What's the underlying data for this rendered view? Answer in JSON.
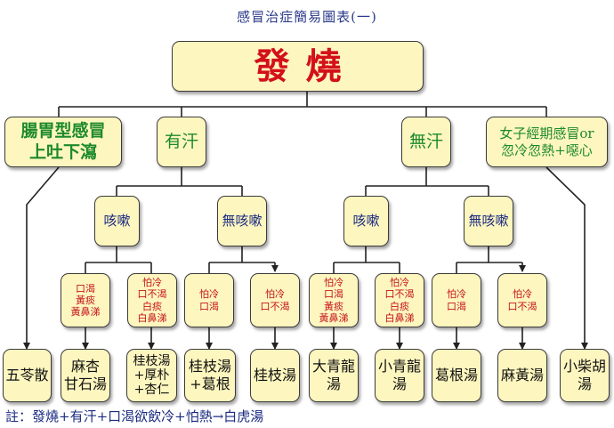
{
  "title": "感冒治症簡易圖表(一)",
  "root": "發燒",
  "branches": {
    "gi": "腸胃型感冒\n上吐下瀉",
    "sweat": "有汗",
    "nosweat": "無汗",
    "female": "女子經期感冒or\n忽冷忽熱+噁心"
  },
  "cough": {
    "sweat_cough": "咳嗽",
    "sweat_nocough": "無咳嗽",
    "nosweat_cough": "咳嗽",
    "nosweat_nocough": "無咳嗽"
  },
  "conditions": [
    "口渴\n黃痰\n黃鼻涕",
    "怕冷\n口不渴\n白痰\n白鼻涕",
    "怕冷\n口渴",
    "怕冷\n口不渴",
    "怕冷\n口渴\n黃痰\n黃鼻涕",
    "怕冷\n口不渴\n白痰\n白鼻涕",
    "怕冷\n口渴",
    "怕冷\n口不渴"
  ],
  "formulas": [
    "五苓散",
    "麻杏\n甘石湯",
    "桂枝湯\n+厚朴\n+杏仁",
    "桂枝湯\n+葛根",
    "桂枝湯",
    "大青龍\n湯",
    "小青龍\n湯",
    "葛根湯",
    "麻黃湯",
    "小柴胡\n湯"
  ],
  "note": "註：發燒+有汗+口渴欲飲冷+怕熱→白虎湯",
  "colors": {
    "box_fill": "#fdf6bf",
    "root_text": "#d4101a",
    "green_text": "#1d8a2a",
    "condition_text": "#c5131c",
    "title_text": "#2b3a8a"
  }
}
